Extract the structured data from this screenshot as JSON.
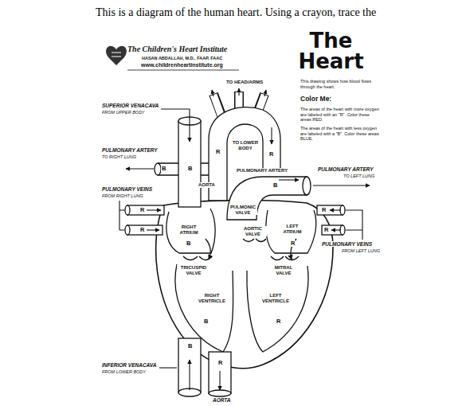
{
  "diagram": {
    "title": "The Heart",
    "labels": [
      "This is a diagram of the human heart. Using a crayon, trace the",
      "The Children's Heart Institute",
      "HASAN ABDALLAH, M.D., FAAP, FAAC",
      "www.childrenheartinstitute.org",
      "This drawing shows how blood flows through the heart.",
      "Color Me:",
      "The areas of the heart with more oxygen are labeled with an \"R\". Color these areas RED.",
      "The areas of the heart with less oxygen are labeled with a \"B\". Color these areas BLUE.",
      "SUPERIOR VENACAVA",
      "FROM UPPER BODY",
      "PULMONARY ARTERY",
      "TO RIGHT LUNG",
      "PULMONARY VEINS",
      "FROM RIGHT LUNG",
      "INFERIOR VENACAVA",
      "FROM LOWER BODY",
      "AORTA",
      "PULMONARY ARTERY",
      "TO LEFT LUNG",
      "PULMONARY VEINS",
      "FROM LEFT LUNG",
      "TO HEAD/ARMS",
      "TO LOWER BODY",
      "PULMONARY ARTERY",
      "AORTA",
      "RIGHT ATRIUM",
      "PULMONIC VALVE",
      "AORTIC VALVE",
      "LEFT ATRIUM",
      "TRICUSPID VALVE",
      "MITRAL VALVE",
      "RIGHT VENTRICLE",
      "LEFT VENTRICLE",
      "B",
      "B",
      "B",
      "R",
      "R",
      "R",
      "R",
      "R",
      "R",
      "B",
      "R",
      "B",
      "R",
      "B",
      "R"
    ]
  }
}
